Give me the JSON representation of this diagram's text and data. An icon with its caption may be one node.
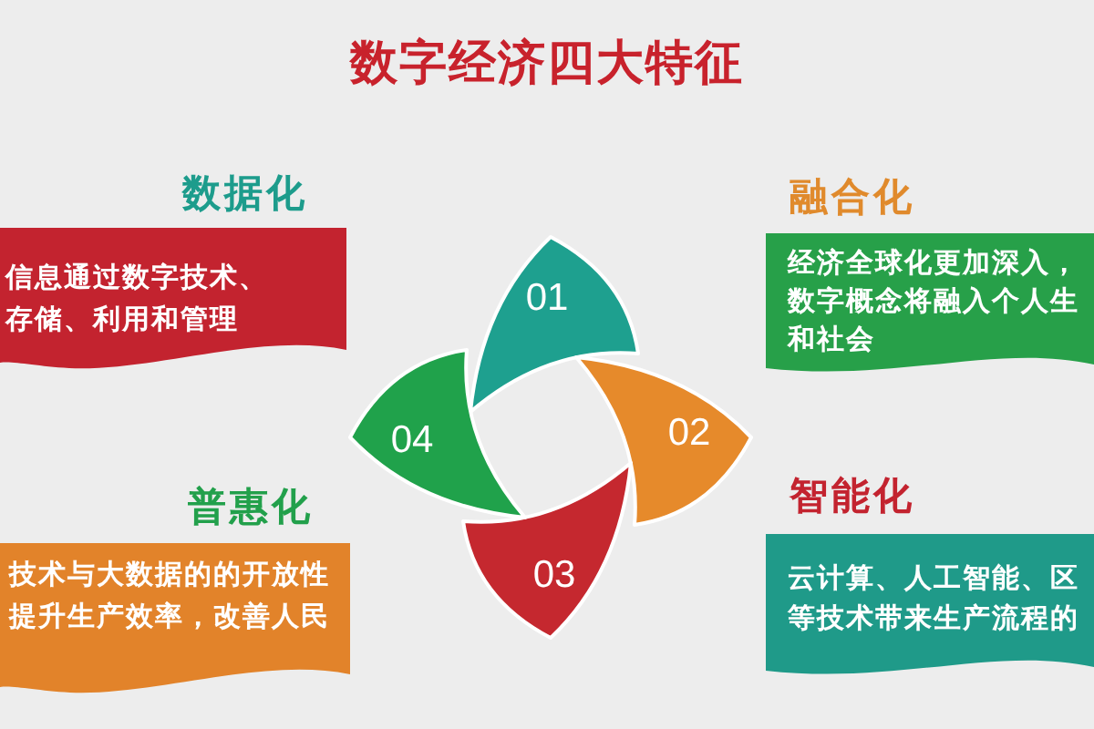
{
  "diagram": {
    "title": "数字经济四大特征",
    "nodes": [
      {
        "text": [
          "数据化",
          "信息通过数字技术、存储、利用和管理"
        ]
      },
      {
        "text": [
          "融合化",
          "经济全球化更加深入，数字概念将融入个人生和社会"
        ]
      },
      {
        "text": [
          "普惠化",
          "技术与大数据的的开放性提升生产效率，改善人民"
        ]
      },
      {
        "text": [
          "智能化",
          "云计算、人工智能、区等技术带来生产流程的"
        ]
      },
      {
        "text": [
          "01"
        ]
      },
      {
        "text": [
          "02"
        ]
      },
      {
        "text": [
          "03"
        ]
      },
      {
        "text": [
          "04"
        ]
      }
    ]
  }
}
